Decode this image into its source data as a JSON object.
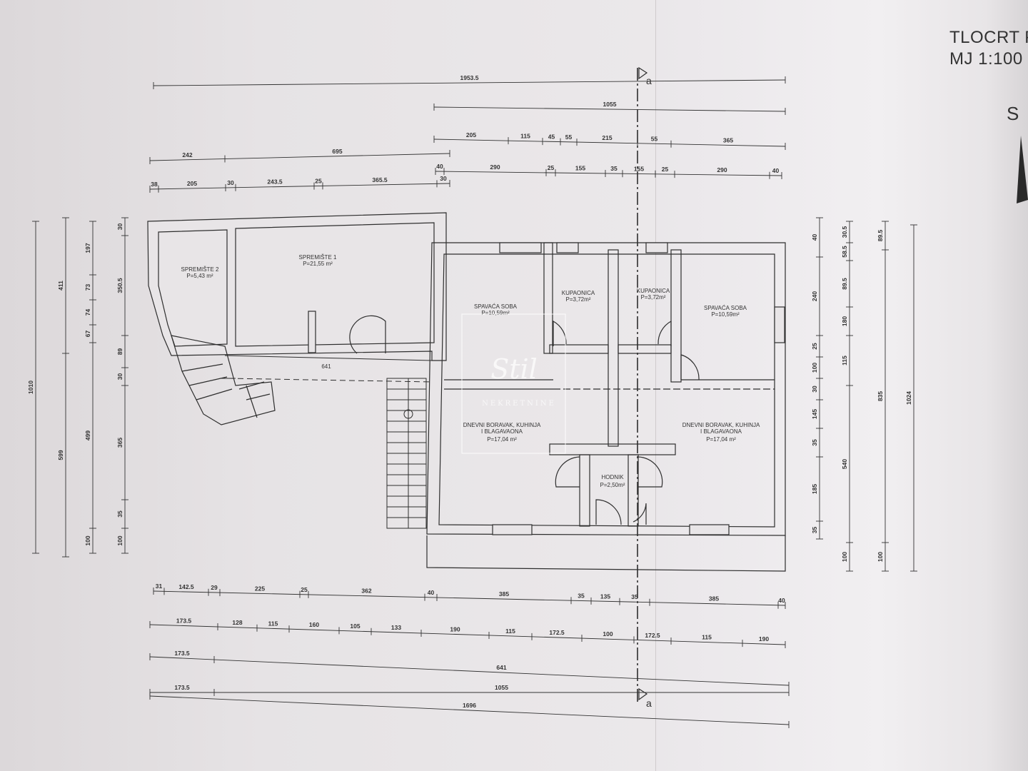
{
  "sheet": {
    "title_line1": "TLOCRT P",
    "title_line2": "MJ 1:100",
    "north": "S"
  },
  "rooms": {
    "storage2": {
      "name": "SPREMIŠTE 2",
      "area": "P=5,43 m²"
    },
    "storage1": {
      "name": "SPREMIŠTE 1",
      "area": "P=21,55 m²"
    },
    "bedroom_left": {
      "name": "SPAVAĆA SOBA",
      "area": "P=10,59m²"
    },
    "bath_left": {
      "name": "KUPAONICA",
      "area": "P=3,72m²"
    },
    "bath_right": {
      "name": "KUPAONICA",
      "area": "P=3,72m²"
    },
    "bedroom_right": {
      "name": "SPAVAĆA SOBA",
      "area": "P=10,59m²"
    },
    "living_left": {
      "line1": "DNEVNI BORAVAK, KUHINJA",
      "line2": "I BLAGAVAONA",
      "area": "P=17,04 m²"
    },
    "living_right": {
      "line1": "DNEVNI BORAVAK, KUHINJA",
      "line2": "I BLAGAVAONA",
      "area": "P=17,04 m²"
    },
    "hall": {
      "name": "HODNIK",
      "area": "P=2,50m²"
    },
    "terrace_dim": "641"
  },
  "section": {
    "label": "a"
  },
  "watermark": {
    "mark": "Stil",
    "brand": "NEKRETNINE"
  },
  "dims": {
    "top": {
      "r1": [
        "1953.5"
      ],
      "r2": [
        "1055"
      ],
      "r3": [
        "205",
        "115",
        "45",
        "55",
        "215",
        "55",
        "365"
      ],
      "r4": [
        "242",
        "695"
      ],
      "r5": [
        "40",
        "290",
        "25",
        "155",
        "35",
        "155",
        "25",
        "290",
        "40"
      ],
      "r6": [
        "38",
        "205",
        "30",
        "243.5",
        "25",
        "365.5",
        "30"
      ]
    },
    "bottom": {
      "r1": [
        "31",
        "142.5",
        "29",
        "225",
        "25",
        "362",
        "40",
        "385",
        "35",
        "135",
        "35",
        "385",
        "40"
      ],
      "r2": [
        "173.5",
        "128",
        "115",
        "160",
        "105",
        "133",
        "190",
        "115",
        "172.5",
        "100",
        "172.5",
        "115",
        "190"
      ],
      "r3": [
        "173.5",
        "641"
      ],
      "r4": [
        "173.5",
        "1055"
      ],
      "r5": [
        "1696"
      ]
    },
    "left": {
      "c1": [
        "1010"
      ],
      "c2": [
        "411",
        "599"
      ],
      "c3": [
        "197",
        "73",
        "74",
        "67",
        "499",
        "100"
      ],
      "c4": [
        "30",
        "350.5",
        "89",
        "30",
        "365",
        "35",
        "100"
      ]
    },
    "right": {
      "c1": [
        "40",
        "240",
        "25",
        "100",
        "30",
        "145",
        "35",
        "185",
        "35"
      ],
      "c2": [
        "30.5",
        "58.5",
        "89.5",
        "180",
        "115",
        "540",
        "100"
      ],
      "c3": [
        "89.5",
        "835",
        "100"
      ],
      "c4": [
        "1024"
      ]
    }
  }
}
